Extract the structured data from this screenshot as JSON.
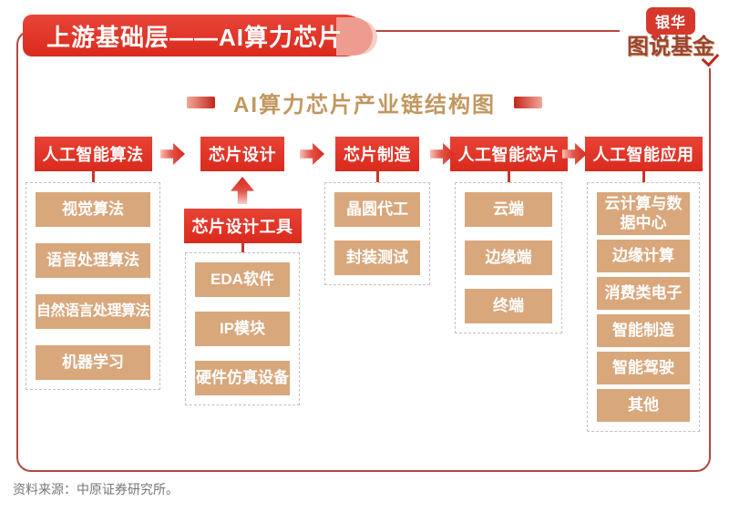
{
  "header": {
    "title": "上游基础层——AI算力芯片"
  },
  "logo": {
    "badge": "银华",
    "name": "图说基金"
  },
  "diagram": {
    "title": "AI算力芯片产业链结构图",
    "columns": [
      {
        "header": "人工智能算法",
        "items": [
          "视觉算法",
          "语音处理算法",
          "自然语言处理算法",
          "机器学习"
        ]
      },
      {
        "header": "芯片设计",
        "sub_header": "芯片设计工具",
        "items": [
          "EDA软件",
          "IP模块",
          "硬件仿真设备"
        ]
      },
      {
        "header": "芯片制造",
        "items": [
          "晶圆代工",
          "封装测试"
        ]
      },
      {
        "header": "人工智能芯片",
        "items": [
          "云端",
          "边缘端",
          "终端"
        ]
      },
      {
        "header": "人工智能应用",
        "items": [
          "云计算与数据中心",
          "边缘计算",
          "消费类电子",
          "智能制造",
          "智能驾驶",
          "其他"
        ]
      }
    ]
  },
  "footer": {
    "source": "资料来源：中原证券研究所。"
  },
  "colors": {
    "primary_red": "#D92A1D",
    "tan_box": "#D9A77C",
    "gold_title": "#C2975F",
    "frame_border": "#AF4A40",
    "dashed_border": "#C2C2C2",
    "source_text": "#767676"
  }
}
